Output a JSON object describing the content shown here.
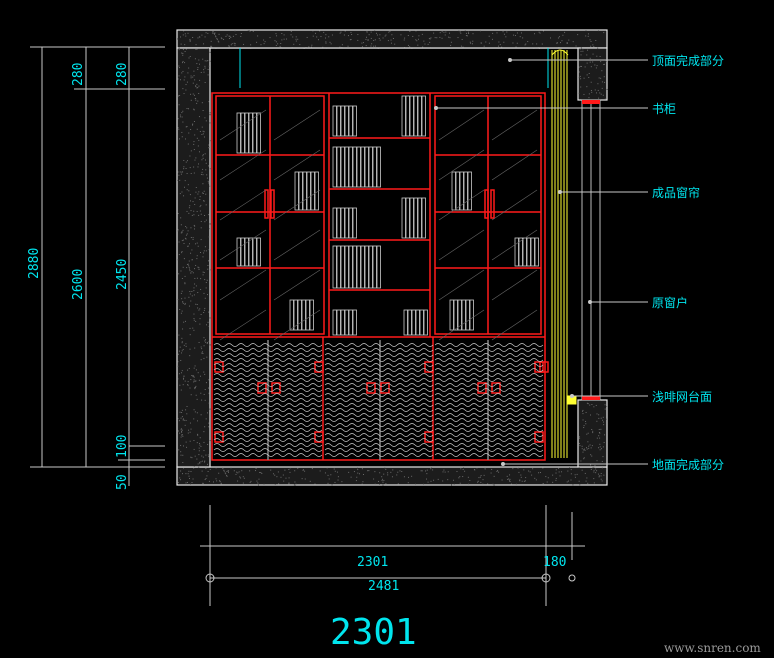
{
  "colors": {
    "background": "#000000",
    "dimension": "#00e5ee",
    "cabinet": "#ff1a1a",
    "curtain": "#ffff33",
    "line": "#c8c8c8",
    "wall": "#3a3a3a"
  },
  "vertical_dimensions": {
    "total": "2880",
    "ceiling": "280",
    "ceiling_inner": "280",
    "room_height": "2600",
    "cabinet_height": "2450",
    "plinth": "100",
    "floor": "50"
  },
  "horizontal_dimensions": {
    "cabinet_width": "2301",
    "curtain_depth": "180",
    "overall": "2481",
    "title": "2301"
  },
  "labels": [
    "顶面完成部分",
    "书柜",
    "成品窗帘",
    "原窗户",
    "浅啡网台面",
    "地面完成部分"
  ],
  "watermark": "www.snren.com"
}
